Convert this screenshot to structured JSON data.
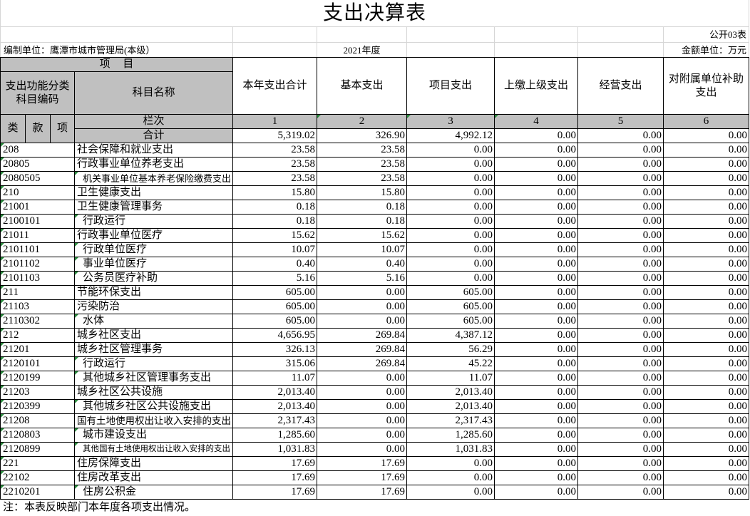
{
  "title": "支出决算表",
  "form_code": "公开03表",
  "org_label": "编制单位：鹰潭市城市管理局(本级）",
  "year": "2021年度",
  "unit": "金额单位：万元",
  "header": {
    "item": "项 目",
    "code_col": "支出功能分类科目编码",
    "name_col": "科目名称",
    "lei": "类",
    "kuan": "款",
    "xiang": "项",
    "lanci": "栏次",
    "value_cols": [
      "本年支出合计",
      "基本支出",
      "项目支出",
      "上缴上级支出",
      "经营支出",
      "对附属单位补助支出"
    ],
    "col_numbers": [
      "1",
      "2",
      "3",
      "4",
      "5",
      "6"
    ]
  },
  "total": {
    "label": "合计",
    "values": [
      "5,319.02",
      "326.90",
      "4,992.12",
      "0.00",
      "0.00",
      "0.00"
    ]
  },
  "rows": [
    {
      "code": "208",
      "name": "社会保障和就业支出",
      "values": [
        "23.58",
        "23.58",
        "0.00",
        "0.00",
        "0.00",
        "0.00"
      ]
    },
    {
      "code": "20805",
      "name": "行政事业单位养老支出",
      "values": [
        "23.58",
        "23.58",
        "0.00",
        "0.00",
        "0.00",
        "0.00"
      ]
    },
    {
      "code": "2080505",
      "name": "机关事业单位基本养老保险缴费支出",
      "values": [
        "23.58",
        "23.58",
        "0.00",
        "0.00",
        "0.00",
        "0.00"
      ]
    },
    {
      "code": "210",
      "name": "卫生健康支出",
      "values": [
        "15.80",
        "15.80",
        "0.00",
        "0.00",
        "0.00",
        "0.00"
      ]
    },
    {
      "code": "21001",
      "name": "卫生健康管理事务",
      "values": [
        "0.18",
        "0.18",
        "0.00",
        "0.00",
        "0.00",
        "0.00"
      ]
    },
    {
      "code": "2100101",
      "name": "行政运行",
      "values": [
        "0.18",
        "0.18",
        "0.00",
        "0.00",
        "0.00",
        "0.00"
      ]
    },
    {
      "code": "21011",
      "name": "行政事业单位医疗",
      "values": [
        "15.62",
        "15.62",
        "0.00",
        "0.00",
        "0.00",
        "0.00"
      ]
    },
    {
      "code": "2101101",
      "name": "行政单位医疗",
      "values": [
        "10.07",
        "10.07",
        "0.00",
        "0.00",
        "0.00",
        "0.00"
      ]
    },
    {
      "code": "2101102",
      "name": "事业单位医疗",
      "values": [
        "0.40",
        "0.40",
        "0.00",
        "0.00",
        "0.00",
        "0.00"
      ]
    },
    {
      "code": "2101103",
      "name": "公务员医疗补助",
      "values": [
        "5.16",
        "5.16",
        "0.00",
        "0.00",
        "0.00",
        "0.00"
      ]
    },
    {
      "code": "211",
      "name": "节能环保支出",
      "values": [
        "605.00",
        "0.00",
        "605.00",
        "0.00",
        "0.00",
        "0.00"
      ]
    },
    {
      "code": "21103",
      "name": "污染防治",
      "values": [
        "605.00",
        "0.00",
        "605.00",
        "0.00",
        "0.00",
        "0.00"
      ]
    },
    {
      "code": "2110302",
      "name": "水体",
      "values": [
        "605.00",
        "0.00",
        "605.00",
        "0.00",
        "0.00",
        "0.00"
      ]
    },
    {
      "code": "212",
      "name": "城乡社区支出",
      "values": [
        "4,656.95",
        "269.84",
        "4,387.12",
        "0.00",
        "0.00",
        "0.00"
      ]
    },
    {
      "code": "21201",
      "name": "城乡社区管理事务",
      "values": [
        "326.13",
        "269.84",
        "56.29",
        "0.00",
        "0.00",
        "0.00"
      ]
    },
    {
      "code": "2120101",
      "name": "行政运行",
      "values": [
        "315.06",
        "269.84",
        "45.22",
        "0.00",
        "0.00",
        "0.00"
      ]
    },
    {
      "code": "2120199",
      "name": "其他城乡社区管理事务支出",
      "values": [
        "11.07",
        "0.00",
        "11.07",
        "0.00",
        "0.00",
        "0.00"
      ]
    },
    {
      "code": "21203",
      "name": "城乡社区公共设施",
      "values": [
        "2,013.40",
        "0.00",
        "2,013.40",
        "0.00",
        "0.00",
        "0.00"
      ]
    },
    {
      "code": "2120399",
      "name": "其他城乡社区公共设施支出",
      "values": [
        "2,013.40",
        "0.00",
        "2,013.40",
        "0.00",
        "0.00",
        "0.00"
      ]
    },
    {
      "code": "21208",
      "name": "国有土地使用权出让收入安排的支出",
      "values": [
        "2,317.43",
        "0.00",
        "2,317.43",
        "0.00",
        "0.00",
        "0.00"
      ]
    },
    {
      "code": "2120803",
      "name": "城市建设支出",
      "values": [
        "1,285.60",
        "0.00",
        "1,285.60",
        "0.00",
        "0.00",
        "0.00"
      ]
    },
    {
      "code": "2120899",
      "name": "其他国有土地使用权出让收入安排的支出",
      "values": [
        "1,031.83",
        "0.00",
        "1,031.83",
        "0.00",
        "0.00",
        "0.00"
      ]
    },
    {
      "code": "221",
      "name": "住房保障支出",
      "values": [
        "17.69",
        "17.69",
        "0.00",
        "0.00",
        "0.00",
        "0.00"
      ]
    },
    {
      "code": "22102",
      "name": "住房改革支出",
      "values": [
        "17.69",
        "17.69",
        "0.00",
        "0.00",
        "0.00",
        "0.00"
      ]
    },
    {
      "code": "2210201",
      "name": "住房公积金",
      "values": [
        "17.69",
        "17.69",
        "0.00",
        "0.00",
        "0.00",
        "0.00"
      ]
    }
  ],
  "note": "注：本表反映部门本年度各项支出情况。"
}
